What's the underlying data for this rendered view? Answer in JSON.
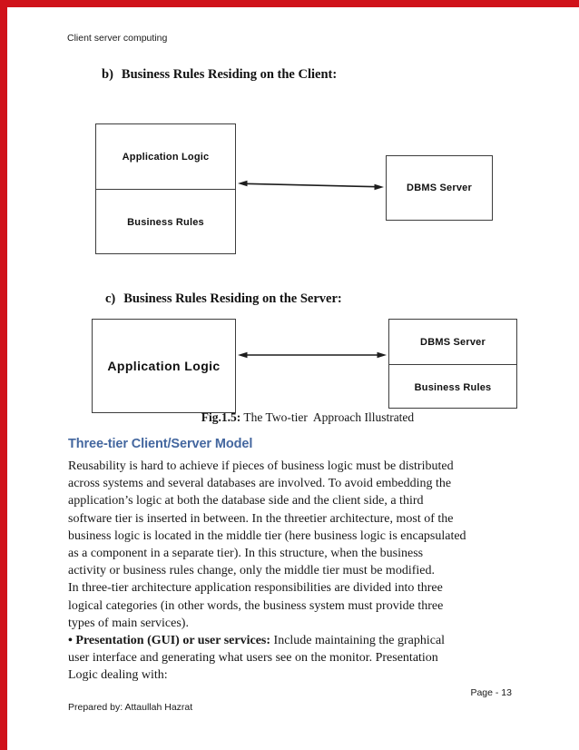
{
  "page": {
    "header": "Client server computing",
    "footer": "Prepared by: Attaullah Hazrat",
    "page_number": "Page - 13"
  },
  "colors": {
    "accent_red": "#d0121a",
    "heading_blue": "#44679f"
  },
  "sections": {
    "b_heading": {
      "prefix": "b)",
      "text": "Business Rules Residing on the Client:"
    },
    "c_heading": {
      "prefix": "c)",
      "text": "Business Rules Residing on the Server:"
    },
    "figure_caption": {
      "bold": "Fig.1.5:",
      "text": " The Two-tier  Approach Illustrated"
    },
    "three_tier_heading": "Three-tier Client/Server Model"
  },
  "diagram_b": {
    "client_box": {
      "top_label": "Application Logic",
      "bottom_label": "Business Rules"
    },
    "server_box": {
      "label": "DBMS Server"
    }
  },
  "diagram_c": {
    "client_box": {
      "label": "Application Logic"
    },
    "server_box": {
      "top_label": "DBMS Server",
      "bottom_label": "Business Rules"
    }
  },
  "paragraph": {
    "lines": [
      [
        {
          "t": "Reusability is hard to achieve if pieces of business logic must be distributed"
        }
      ],
      [
        {
          "t": "across systems and several databases are involved. To avoid embedding the"
        }
      ],
      [
        {
          "t": "application’s logic at both the database side and the client side, a third"
        }
      ],
      [
        {
          "t": "software tier is inserted in between. In the threetier architecture, most of the"
        }
      ],
      [
        {
          "t": "business logic is located in the middle tier (here business logic is encapsulated"
        }
      ],
      [
        {
          "t": "as a component in a separate tier). In this structure, when the business"
        }
      ],
      [
        {
          "t": "activity or business rules change, only the middle tier must be modified."
        }
      ],
      [
        {
          "t": "In three-tier architecture application responsibilities are divided into three"
        }
      ],
      [
        {
          "t": "logical categories (in other words, the business system must provide three"
        }
      ],
      [
        {
          "t": "types of main services)."
        }
      ],
      [
        {
          "t": "• Presentation (GUI) or user services:",
          "b": true
        },
        {
          "t": " Include maintaining the graphical"
        }
      ],
      [
        {
          "t": "user interface and generating what users see on the monitor. Presentation"
        }
      ],
      [
        {
          "t": "Logic dealing with:"
        }
      ]
    ]
  }
}
